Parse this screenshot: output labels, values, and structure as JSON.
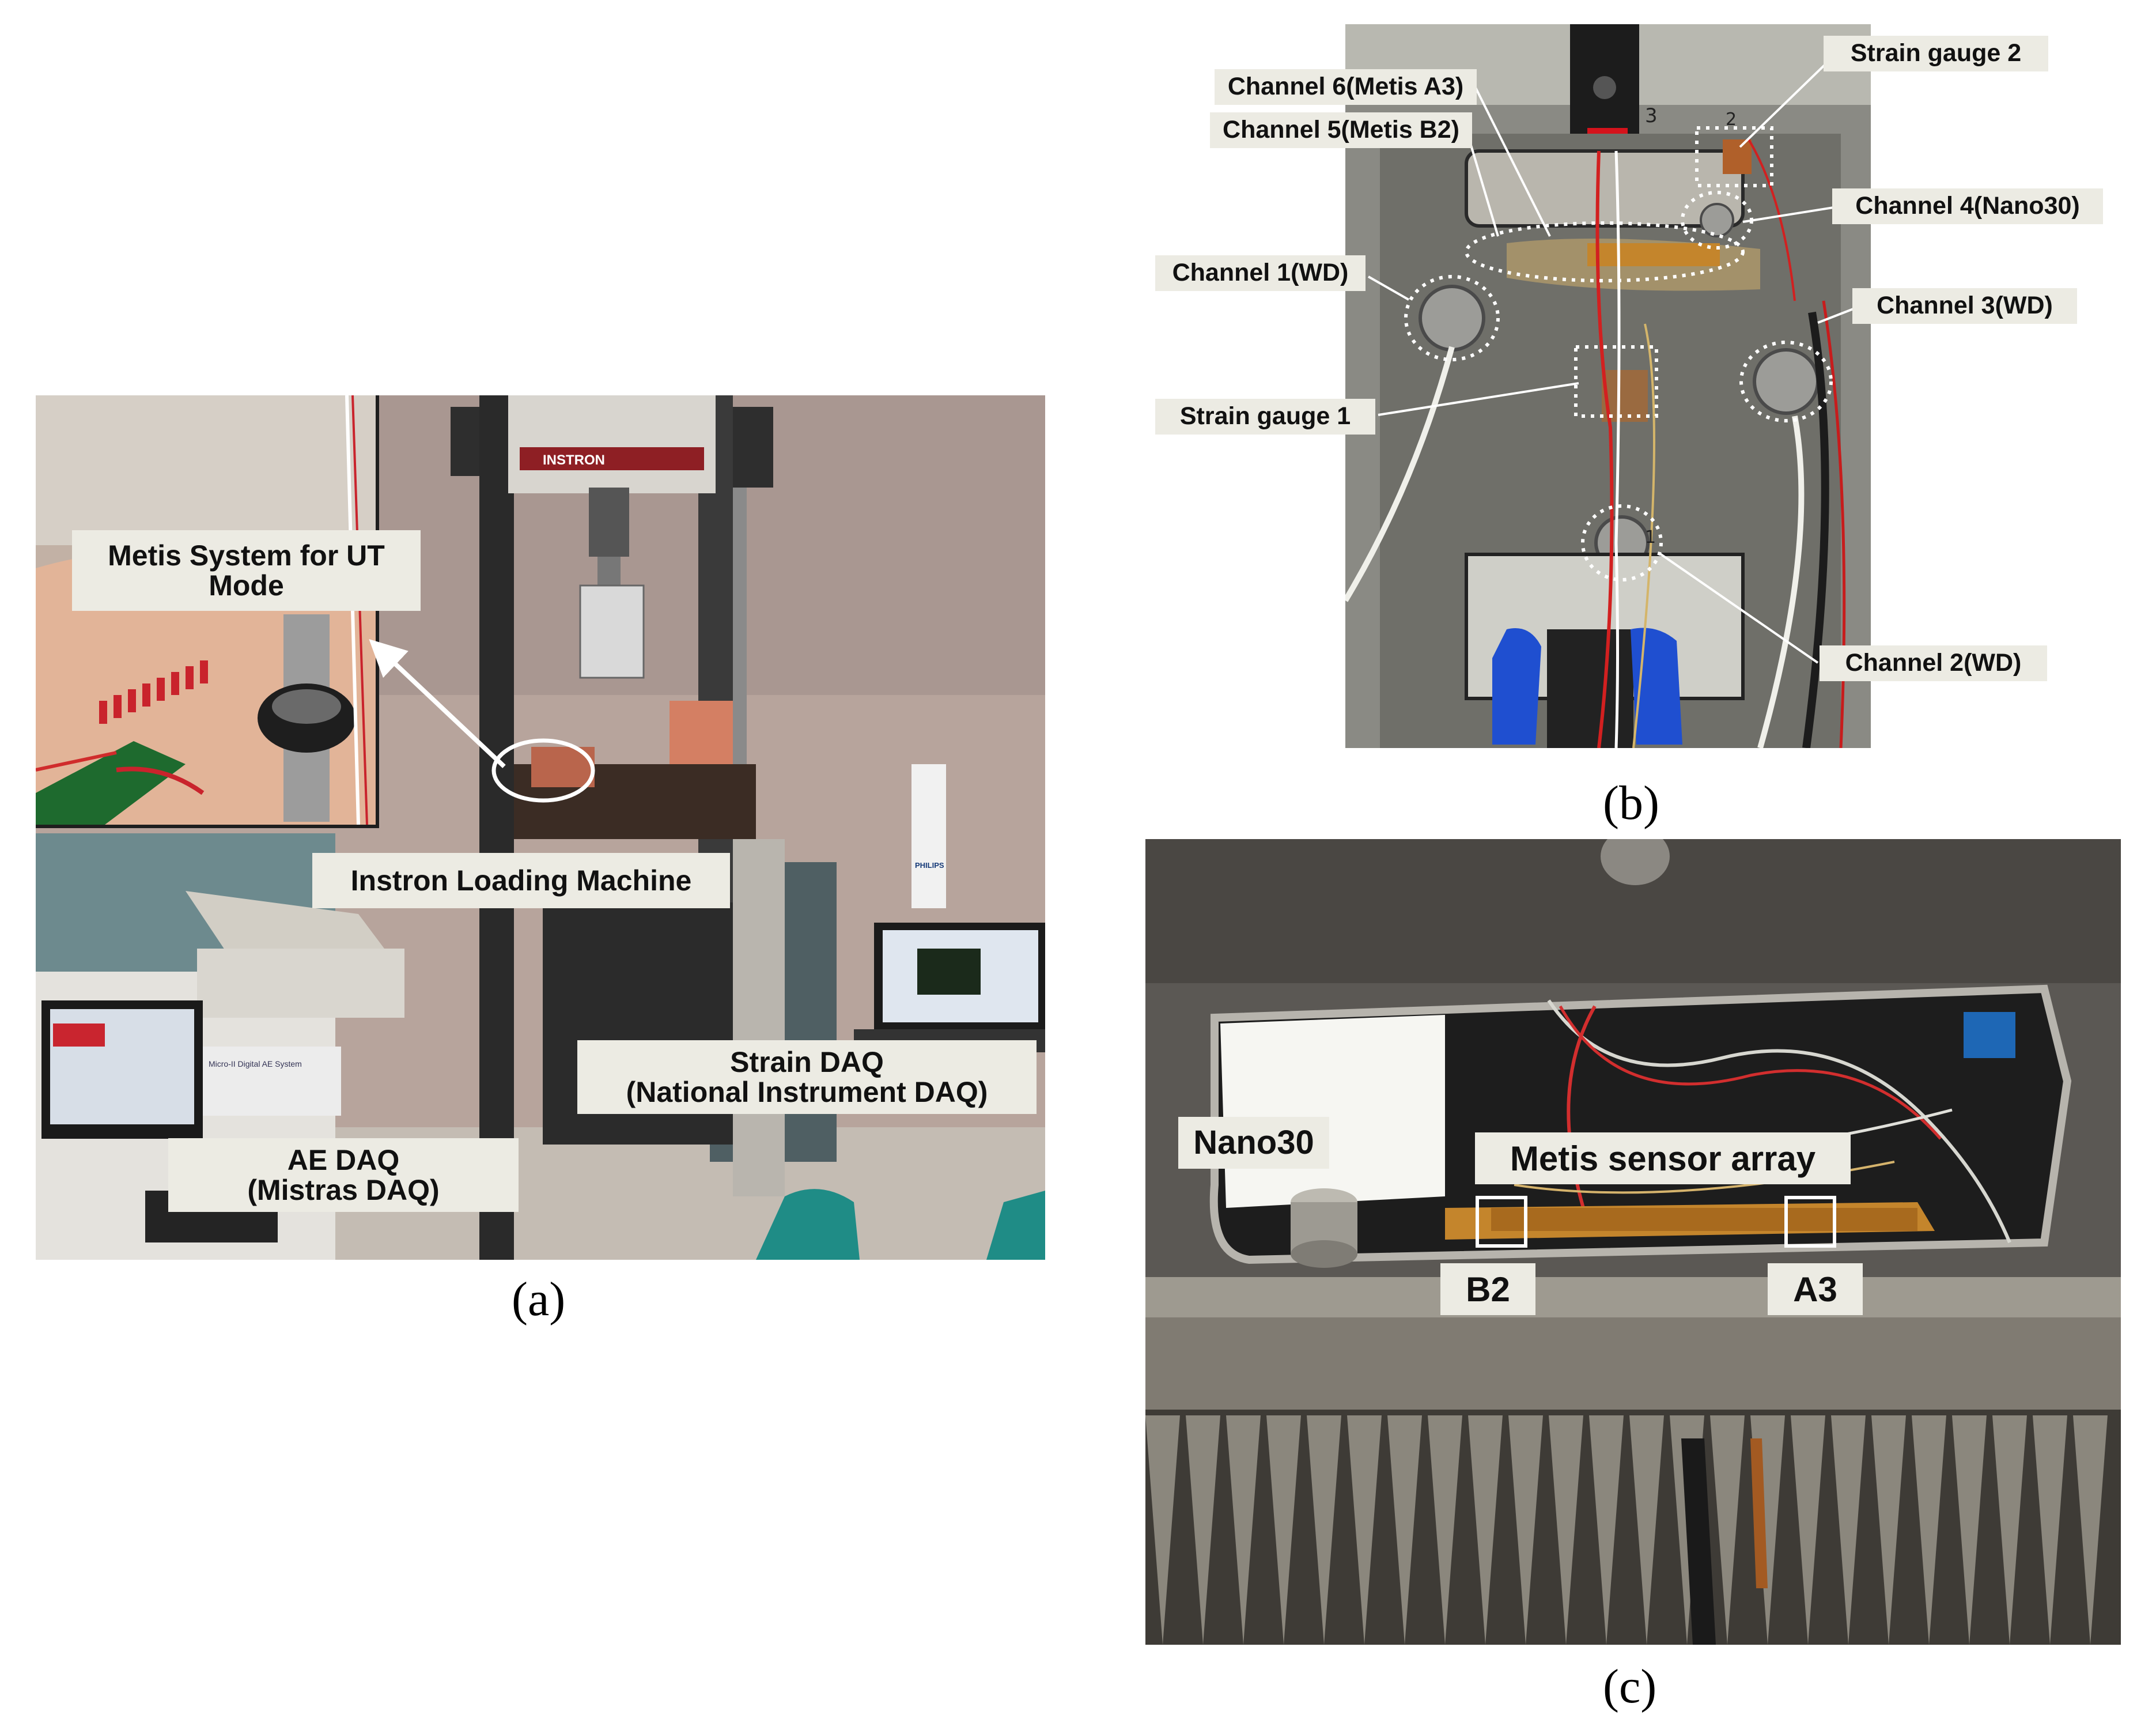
{
  "panel_a": {
    "caption": "(a)",
    "labels": {
      "metis": "Metis System for UT Mode",
      "instron": "Instron Loading Machine",
      "strain_daq_1": "Strain DAQ",
      "strain_daq_2": "(National Instrument DAQ)",
      "ae_daq_1": "AE DAQ",
      "ae_daq_2": "(Mistras DAQ)"
    },
    "machine_brand": "INSTRON",
    "monitor_text": "Micro-II Digital AE System",
    "philips_text": "PHILIPS"
  },
  "panel_b": {
    "caption": "(b)",
    "labels": {
      "ch6": "Channel 6(Metis A3)",
      "ch5": "Channel 5(Metis B2)",
      "ch1": "Channel 1(WD)",
      "strain1": "Strain gauge 1",
      "strain2": "Strain gauge 2",
      "ch4": "Channel 4(Nano30)",
      "ch3": "Channel 3(WD)",
      "ch2": "Channel 2(WD)"
    },
    "plate_marks": [
      "3",
      "2",
      "1"
    ]
  },
  "panel_c": {
    "caption": "(c)",
    "labels": {
      "nano30": "Nano30",
      "metis_array": "Metis sensor array",
      "b2": "B2",
      "a3": "A3"
    }
  },
  "colors": {
    "label_bg": "#ecebe3",
    "annotation_white": "#ffffff",
    "metal": "#7b7b77",
    "wire_red": "#d22020",
    "putty_blue": "#1f4fd0",
    "kapton_orange": "#c4852c"
  }
}
